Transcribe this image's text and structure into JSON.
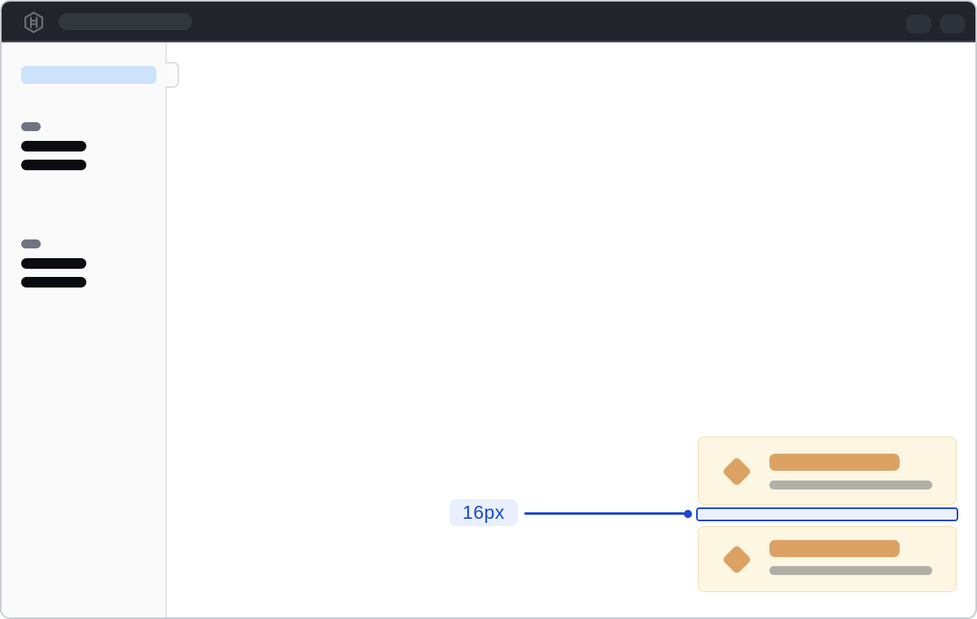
{
  "annotation": {
    "label": "16px"
  },
  "icons": {
    "logo": "hashicorp-logo",
    "toast_icon": "diamond-warning"
  },
  "colors": {
    "window_border": "#c9ccd2",
    "topbar_bg": "#21242a",
    "topbar_border": "#45484d",
    "topbar_pill": "#32363d",
    "avatar_pill": "#2e323a",
    "logo_gray": "#6c7178",
    "sidebar_bg": "#fafafb",
    "sidebar_border": "#e2e4e8",
    "selected_pill_blue": "#cde2fb",
    "section_pill_gray": "#6e7580",
    "nav_bar_black": "#0a0c10",
    "toast_bg": "#fcf6e2",
    "toast_border": "#f2e0b4",
    "toast_accent": "#dba263",
    "toast_text_gray": "#b1afa7",
    "annotation_blue": "#1b47d3",
    "annotation_fill": "#eaf1fd",
    "annotation_pill_bg": "#e9effc"
  }
}
